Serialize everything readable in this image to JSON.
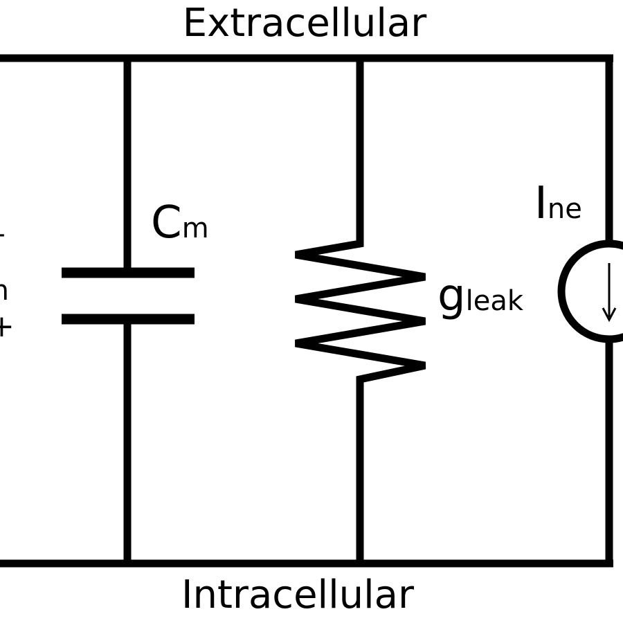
{
  "labels": {
    "extracellular": "Extracellular",
    "intracellular": "Intracellular",
    "capacitor": {
      "main": "C",
      "sub": "m"
    },
    "leak": {
      "main": "g",
      "sub": "leak"
    },
    "current": {
      "main": "I",
      "sub": "ne"
    },
    "voltage": {
      "minus": "–",
      "sub": "m",
      "plus": "+"
    }
  },
  "colors": {
    "line": "#000000",
    "background": "#ffffff"
  }
}
